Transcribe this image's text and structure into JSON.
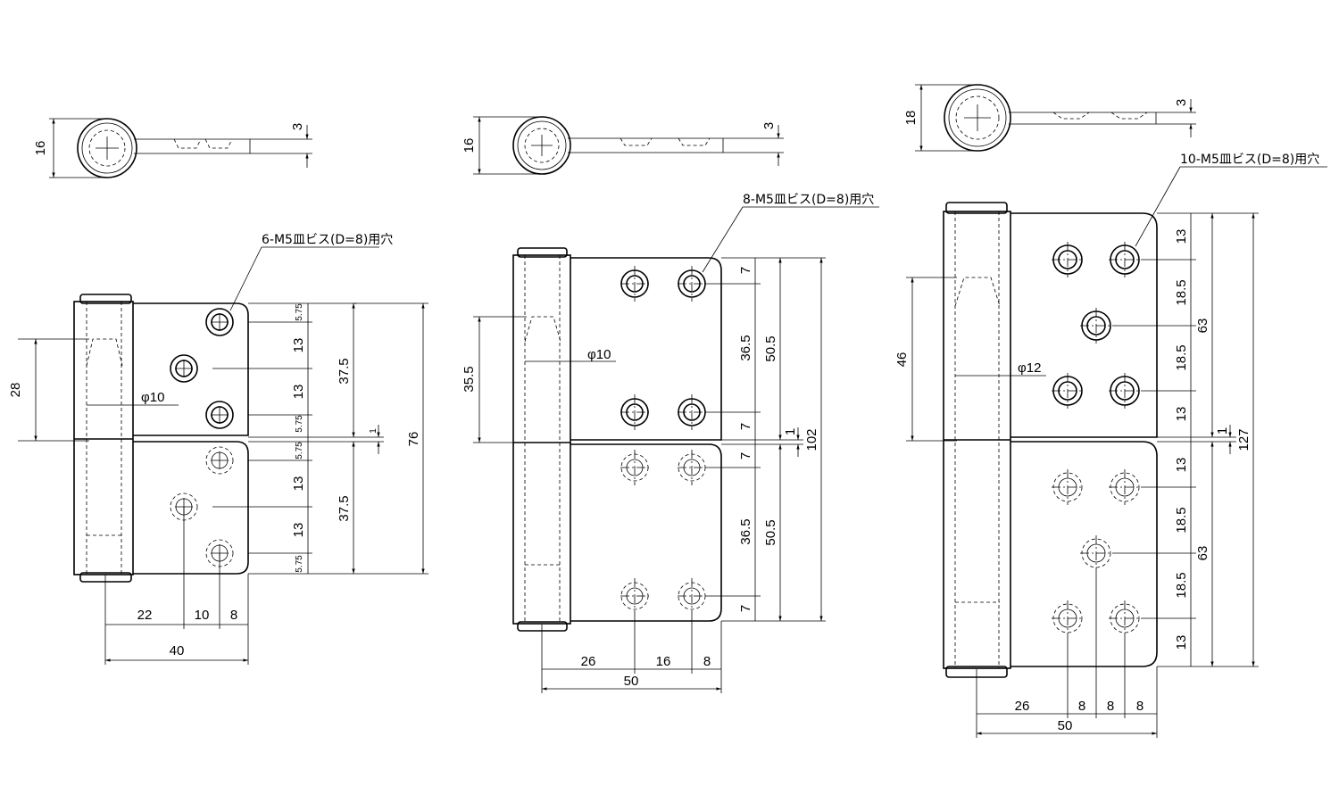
{
  "hinge_small": {
    "top_view": {
      "diameter": "16",
      "thickness": "3"
    },
    "note": "6-M5皿ビス(D=8)用穴",
    "pin_dia": "φ10",
    "pin_offset": "28",
    "right_dims": [
      "5.75",
      "13",
      "13",
      "5.75",
      "5.75",
      "13",
      "13",
      "5.75"
    ],
    "half_height": [
      "37.5",
      "37.5"
    ],
    "gap": "1",
    "total_height": "76",
    "bottom_dims": [
      "22",
      "10",
      "8"
    ],
    "total_width": "40"
  },
  "hinge_medium": {
    "top_view": {
      "diameter": "16",
      "thickness": "3"
    },
    "note": "8-M5皿ビス(D=8)用穴",
    "pin_dia": "φ10",
    "pin_offset": "35.5",
    "right_dims": [
      "7",
      "36.5",
      "7",
      "7",
      "36.5",
      "7"
    ],
    "half_height": [
      "50.5",
      "50.5"
    ],
    "gap": "1",
    "total_height": "102",
    "bottom_dims": [
      "26",
      "16",
      "8"
    ],
    "total_width": "50"
  },
  "hinge_large": {
    "top_view": {
      "diameter": "18",
      "thickness": "3"
    },
    "note": "10-M5皿ビス(D=8)用穴",
    "pin_dia": "φ12",
    "pin_offset": "46",
    "right_dims": [
      "13",
      "18.5",
      "18.5",
      "13",
      "13",
      "18.5",
      "18.5",
      "13"
    ],
    "half_height": [
      "63",
      "63"
    ],
    "gap": "1",
    "total_height": "127",
    "bottom_dims": [
      "26",
      "8",
      "8",
      "8"
    ],
    "total_width": "50"
  }
}
